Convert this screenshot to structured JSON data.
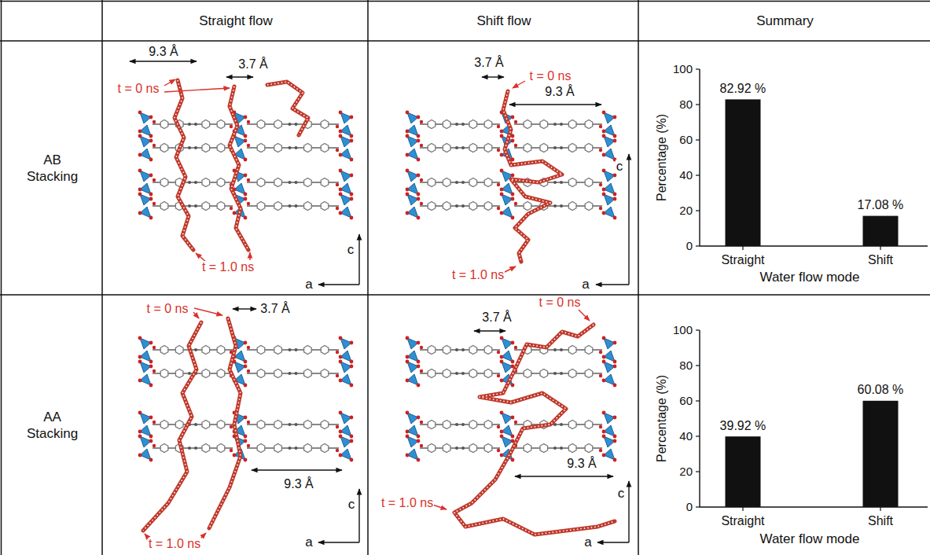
{
  "diagram": {
    "nodes": [
      {
        "text": [
          "Straight flow"
        ]
      },
      {
        "text": [
          "Shift flow"
        ]
      },
      {
        "text": [
          "Summary"
        ]
      },
      {
        "text": [
          "AB Stacking"
        ]
      },
      {
        "text": [
          "AA Stacking"
        ]
      }
    ],
    "labels": [
      "9.3 Å",
      "3.7 Å",
      "t = 0 ns",
      "c",
      "t = 1.0 ns",
      "a",
      "3.7 Å",
      "t = 0 ns",
      "9.3 Å",
      "c",
      "t = 1.0 ns",
      "a",
      "100",
      "80",
      "60",
      "40",
      "20",
      "0",
      "82.92 %",
      "17.08 %",
      "Percentage (%)",
      "Straight",
      "Shift",
      "Water flow mode",
      "t = 0 ns",
      "3.7 Å",
      "c",
      "9.3 Å",
      "t = 1.0 ns",
      "a",
      "t = 0 ns",
      "3.7 Å",
      "9.3 Å",
      "c",
      "t = 1.0 ns",
      "a",
      "100",
      "80",
      "60",
      "40",
      "20",
      "0",
      "39.92 %",
      "60.08 %",
      "Percentage (%)",
      "Straight",
      "Shift",
      "Water flow mode"
    ]
  }
}
